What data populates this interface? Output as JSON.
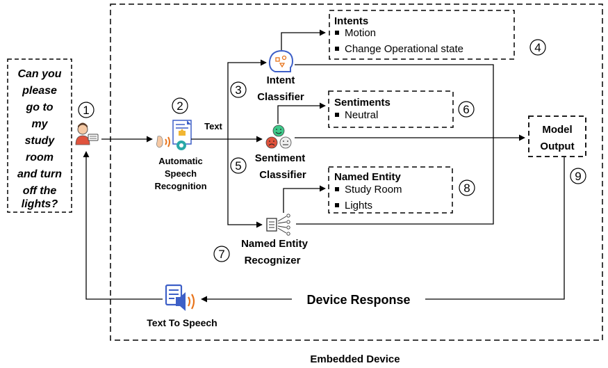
{
  "query": {
    "lines": [
      "Can you",
      "please",
      "go to",
      "my",
      "study",
      "room",
      "and turn",
      "off the",
      "lights?"
    ]
  },
  "steps": {
    "s1": "1",
    "s2": "2",
    "s3": "3",
    "s4": "4",
    "s5": "5",
    "s6": "6",
    "s7": "7",
    "s8": "8",
    "s9": "9"
  },
  "asr": {
    "label": [
      "Automatic",
      "Speech",
      "Recognition"
    ]
  },
  "text_edge_label": "Text",
  "intent_classifier": {
    "label": [
      "Intent",
      "Classifier"
    ]
  },
  "sentiment_classifier": {
    "label": [
      "Sentiment",
      "Classifier"
    ]
  },
  "ner": {
    "label": [
      "Named Entity",
      "Recognizer"
    ]
  },
  "intents_box": {
    "title": "Intents",
    "items": [
      "Motion",
      "Change Operational state"
    ]
  },
  "sentiments_box": {
    "title": "Sentiments",
    "items": [
      "Neutral"
    ]
  },
  "entities_box": {
    "title": "Named Entity",
    "items": [
      "Study Room",
      "Lights"
    ]
  },
  "model_output": {
    "label": [
      "Model",
      "Output"
    ]
  },
  "device_response": "Device Response",
  "tts": {
    "label": "Text To Speech"
  },
  "container_label": "Embedded Device",
  "icons": {
    "user": "user-at-computer-icon",
    "asr": "speech-to-document-icon",
    "intent": "brain-head-icon",
    "sentiment": "emoji-faces-icon",
    "ner": "document-entities-icon",
    "tts": "document-speaker-icon"
  },
  "colors": {
    "speaker_orange": "#e8731a",
    "doc_blue": "#3d5fc7",
    "face_green": "#3ec98a",
    "face_red": "#e0533d"
  }
}
